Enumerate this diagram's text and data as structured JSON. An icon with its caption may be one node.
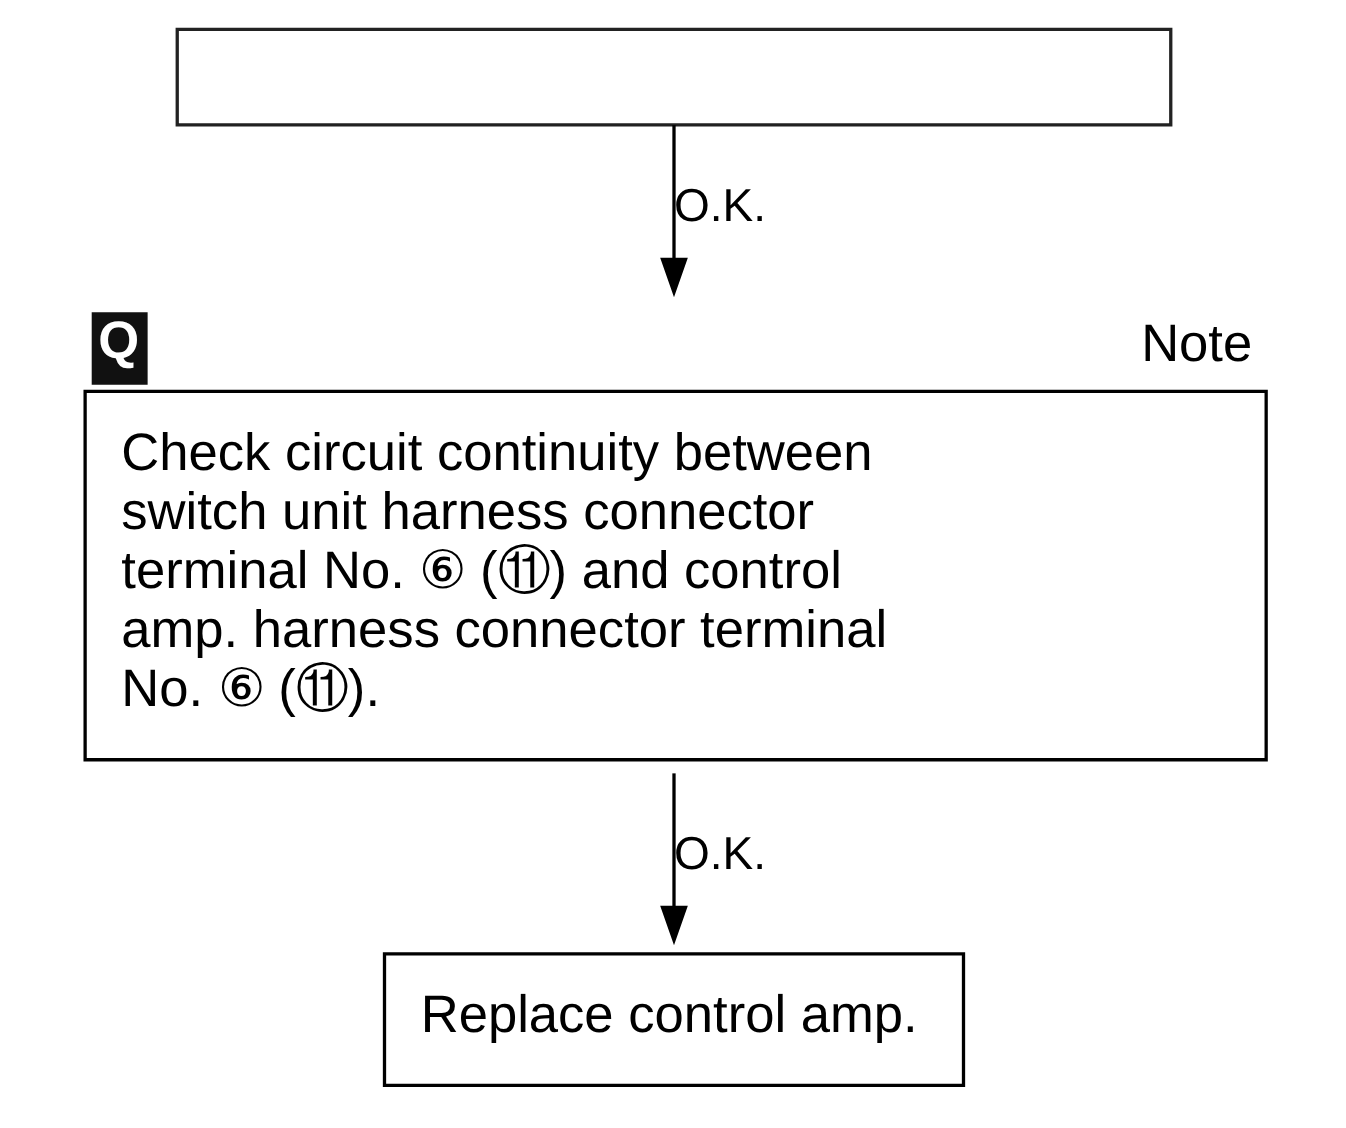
{
  "diagram": {
    "nodes": [
      {
        "text": [],
        "shape": "box"
      },
      {
        "text": [
          "Check circuit continuity between switch unit harness connector terminal No. ⑥ (⑪) and control amp. harness connector terminal No. ⑥ (⑪)."
        ],
        "beside": [
          "Q",
          "Note"
        ]
      },
      {
        "text": [
          "Replace control amp."
        ]
      }
    ],
    "edges": [
      {
        "from": 0,
        "to": 1,
        "arrow": "to",
        "label": "O.K."
      },
      {
        "from": 1,
        "to": 2,
        "arrow": "to",
        "label": "O.K."
      }
    ]
  }
}
